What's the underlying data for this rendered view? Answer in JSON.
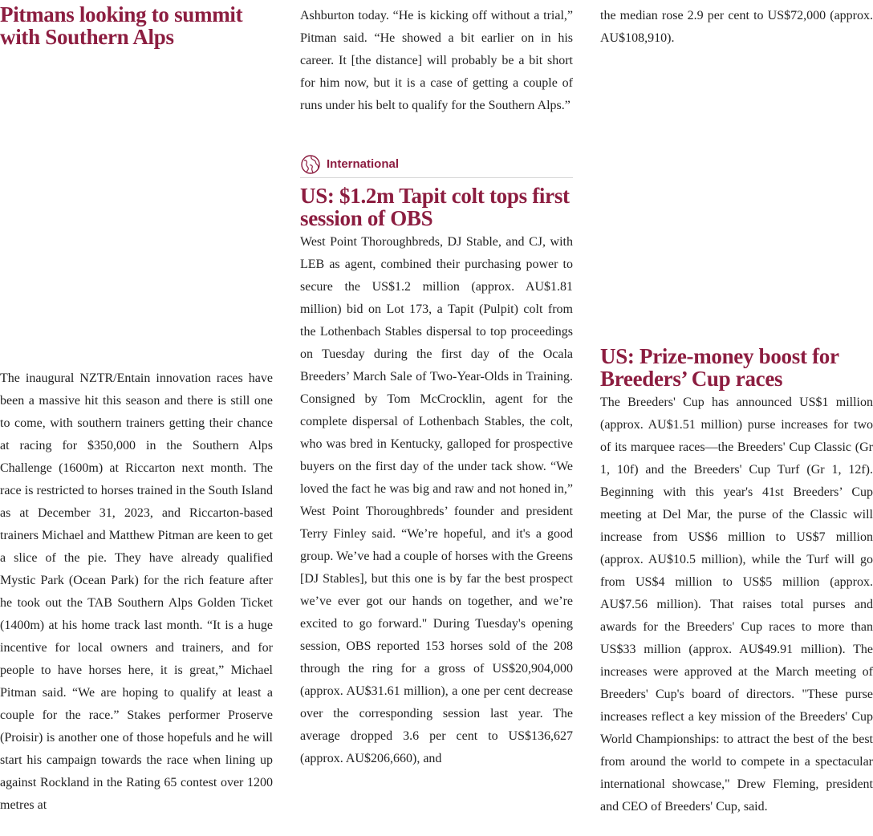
{
  "accent_color": "#8c1d40",
  "article1": {
    "headline": "Pitmans looking to summit with Southern Alps",
    "body_part1": "The inaugural NZTR/Entain innovation races have been a massive hit this season and there is still one to come, with southern trainers getting their chance at racing for $350,000 in the Southern Alps Challenge (1600m) at Riccarton next month. The race is restricted to horses trained in the South Island as at December 31, 2023, and Riccarton-based trainers Michael and Matthew Pitman are keen to get a slice of the pie. They have already qualified Mystic Park (Ocean Park) for the rich feature after he took out the TAB Southern Alps Golden Ticket (1400m) at his home track last month. “It is a huge incentive for local owners and trainers, and for people to have horses here, it is great,” Michael Pitman said. “We are hoping to qualify at least a couple for the race.” Stakes performer Proserve (Proisir) is another one of those hopefuls and he will start his campaign towards the race when lining up against Rockland in the Rating 65 contest over 1200 metres at",
    "body_part2": "Ashburton today. “He is kicking off without a trial,” Pitman said. “He showed a bit earlier on in his career. It [the distance] will probably be a bit short for him now, but it is a case of getting a couple of runs under his belt to qualify for the Southern Alps.”"
  },
  "section": {
    "icon": "globe-icon",
    "label": "International"
  },
  "article2": {
    "headline": "US: $1.2m Tapit colt tops first session of OBS",
    "body_part1": "West Point Thoroughbreds, DJ Stable, and CJ, with LEB as agent, combined their purchasing power to secure the US$1.2 million (approx. AU$1.81 million) bid on Lot 173, a Tapit (Pulpit) colt from the Lothenbach Stables dispersal to top proceedings on Tuesday during the first day of the Ocala Breeders’ March Sale of Two-Year-Olds in Training. Consigned by Tom McCrocklin, agent for the complete dispersal of Lothenbach Stables, the colt, who was bred in Kentucky, galloped for prospective buyers on the first day of the under tack show. “We loved the fact he was big and raw and not honed in,” West Point Thoroughbreds’ founder and president Terry Finley said. “We’re hopeful, and it's a good group. We’ve had a couple of horses with the Greens [DJ Stables], but this one is by far the best prospect we’ve ever got our hands on together, and we’re excited to go forward.\" During Tuesday's opening session, OBS reported 153 horses sold of the 208 through the ring for a gross of US$20,904,000 (approx. AU$31.61 million), a one per cent decrease over the corresponding session last year. The average dropped 3.6 per cent to US$136,627 (approx. AU$206,660), and",
    "body_part2": "the median rose 2.9 per cent to US$72,000 (approx. AU$108,910)."
  },
  "article3": {
    "headline": "US: Prize-money boost for Breeders’ Cup races",
    "body": "The Breeders' Cup has announced US$1 million (approx. AU$1.51 million) purse increases for two of its marquee races—the Breeders' Cup Classic (Gr 1, 10f) and the Breeders' Cup Turf (Gr 1, 12f). Beginning with this year's 41st Breeders’ Cup meeting at Del Mar, the purse of the Classic will increase from US$6 million to US$7 million (approx. AU$10.5 million), while the Turf will go from US$4 million to US$5 million (approx. AU$7.56 million). That raises total purses and awards for the Breeders' Cup races to more than US$33 million (approx. AU$49.91 million). The increases were approved at the March meeting of Breeders' Cup's board of directors. \"These purse increases reflect a key mission of the Breeders' Cup World Championships: to attract the best of the best from around the world to compete in a spectacular international showcase,\" Drew Fleming, president and CEO of Breeders' Cup, said."
  }
}
